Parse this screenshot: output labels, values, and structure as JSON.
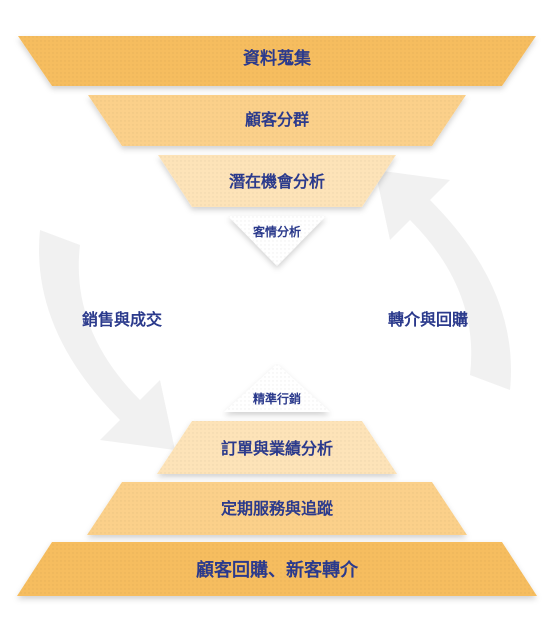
{
  "top_funnel": {
    "levels": [
      "資料蒐集",
      "顧客分群",
      "潛在機會分析",
      "客情分析"
    ]
  },
  "left_label": "銷售與成交",
  "right_label": "轉介與回購",
  "bottom_pyramid": {
    "levels": [
      "精準行銷",
      "訂單與業績分析",
      "定期服務與追蹤",
      "顧客回購、新客轉介"
    ]
  },
  "colors": {
    "band_dark": "#f6bd5e",
    "band_mid": "#fbd08a",
    "band_light": "#fde3b8",
    "band_white": "#ffffff",
    "text": "#2b3a8c",
    "arrow": "#f1f1f1"
  }
}
